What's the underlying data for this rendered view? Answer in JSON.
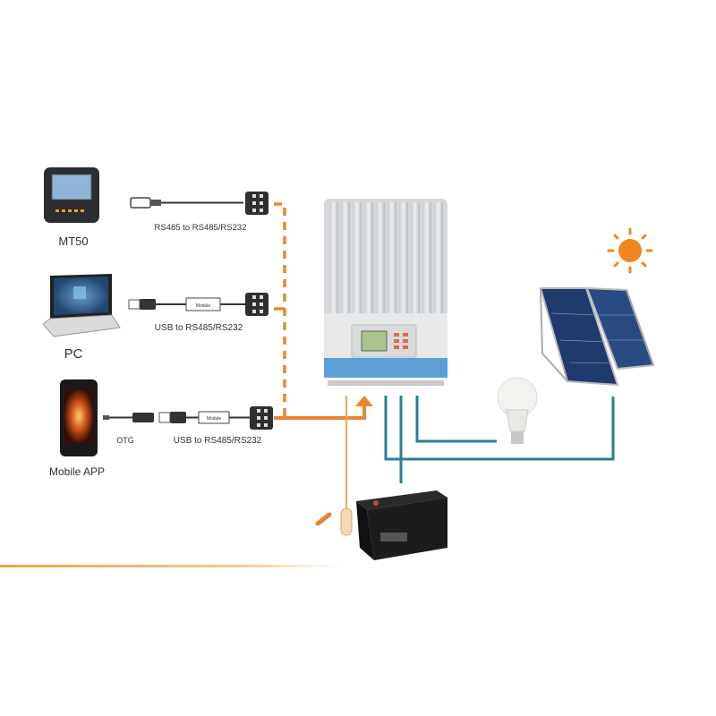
{
  "devices": {
    "mt50": {
      "label": "MT50"
    },
    "pc": {
      "label": "PC"
    },
    "mobile": {
      "label": "Mobile APP"
    }
  },
  "cables": {
    "mt50_cable": {
      "label": "RS485 to RS485/RS232"
    },
    "pc_cable": {
      "label": "USB to RS485/RS232",
      "module_label": "Module"
    },
    "mobile_cable": {
      "label": "USB to RS485/RS232",
      "module_label": "Module",
      "otg_label": "OTG"
    }
  },
  "colors": {
    "communication_line": "#e8872e",
    "power_line": "#2a7f96",
    "controller_accent": "#5b9fd6",
    "sun": "#f0861e"
  }
}
